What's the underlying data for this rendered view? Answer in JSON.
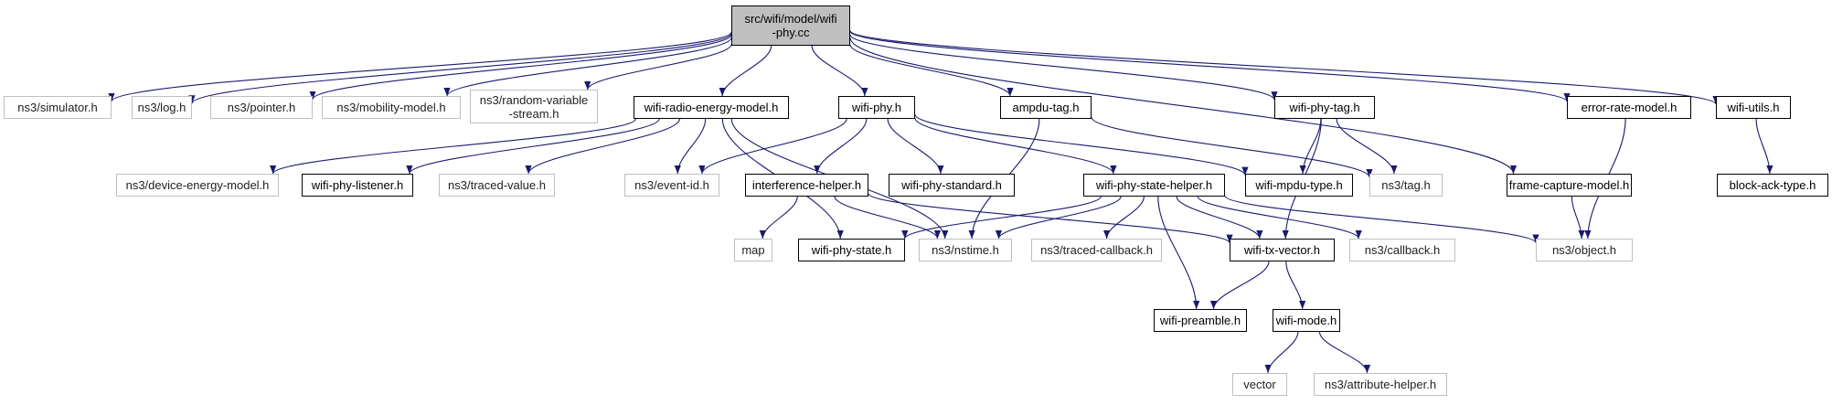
{
  "diagram": {
    "edge_color": "#191970",
    "nodes": [
      {
        "id": "root",
        "label": "src/wifi/model/wifi\n-phy.cc",
        "kind": "root"
      },
      {
        "id": "simulator",
        "label": "ns3/simulator.h",
        "kind": "ext"
      },
      {
        "id": "log",
        "label": "ns3/log.h",
        "kind": "ext"
      },
      {
        "id": "pointer",
        "label": "ns3/pointer.h",
        "kind": "ext"
      },
      {
        "id": "mobility",
        "label": "ns3/mobility-model.h",
        "kind": "ext"
      },
      {
        "id": "randvar",
        "label": "ns3/random-variable\n-stream.h",
        "kind": "ext"
      },
      {
        "id": "radioenergy",
        "label": "wifi-radio-energy-model.h",
        "kind": "proj"
      },
      {
        "id": "wifiphy",
        "label": "wifi-phy.h",
        "kind": "proj"
      },
      {
        "id": "ampdutag",
        "label": "ampdu-tag.h",
        "kind": "proj"
      },
      {
        "id": "phytag",
        "label": "wifi-phy-tag.h",
        "kind": "proj"
      },
      {
        "id": "errrate",
        "label": "error-rate-model.h",
        "kind": "proj"
      },
      {
        "id": "utils",
        "label": "wifi-utils.h",
        "kind": "proj"
      },
      {
        "id": "devenergy",
        "label": "ns3/device-energy-model.h",
        "kind": "ext"
      },
      {
        "id": "phylistener",
        "label": "wifi-phy-listener.h",
        "kind": "proj"
      },
      {
        "id": "tracedvalue",
        "label": "ns3/traced-value.h",
        "kind": "ext"
      },
      {
        "id": "eventid",
        "label": "ns3/event-id.h",
        "kind": "ext"
      },
      {
        "id": "interference",
        "label": "interference-helper.h",
        "kind": "proj"
      },
      {
        "id": "phystandard",
        "label": "wifi-phy-standard.h",
        "kind": "proj"
      },
      {
        "id": "statehelper",
        "label": "wifi-phy-state-helper.h",
        "kind": "proj"
      },
      {
        "id": "mpdutype",
        "label": "wifi-mpdu-type.h",
        "kind": "proj"
      },
      {
        "id": "tag",
        "label": "ns3/tag.h",
        "kind": "ext"
      },
      {
        "id": "framecapture",
        "label": "frame-capture-model.h",
        "kind": "proj"
      },
      {
        "id": "blockack",
        "label": "block-ack-type.h",
        "kind": "proj"
      },
      {
        "id": "map",
        "label": "map",
        "kind": "ext"
      },
      {
        "id": "phystate",
        "label": "wifi-phy-state.h",
        "kind": "proj"
      },
      {
        "id": "nstime",
        "label": "ns3/nstime.h",
        "kind": "ext"
      },
      {
        "id": "tracedcb",
        "label": "ns3/traced-callback.h",
        "kind": "ext"
      },
      {
        "id": "txvector",
        "label": "wifi-tx-vector.h",
        "kind": "proj"
      },
      {
        "id": "callback",
        "label": "ns3/callback.h",
        "kind": "ext"
      },
      {
        "id": "object",
        "label": "ns3/object.h",
        "kind": "ext"
      },
      {
        "id": "preamble",
        "label": "wifi-preamble.h",
        "kind": "proj"
      },
      {
        "id": "mode",
        "label": "wifi-mode.h",
        "kind": "proj"
      },
      {
        "id": "vector",
        "label": "vector",
        "kind": "ext"
      },
      {
        "id": "attrhelper",
        "label": "ns3/attribute-helper.h",
        "kind": "ext"
      }
    ],
    "edges": [
      [
        "root",
        "simulator"
      ],
      [
        "root",
        "log"
      ],
      [
        "root",
        "pointer"
      ],
      [
        "root",
        "mobility"
      ],
      [
        "root",
        "randvar"
      ],
      [
        "root",
        "radioenergy"
      ],
      [
        "root",
        "wifiphy"
      ],
      [
        "root",
        "ampdutag"
      ],
      [
        "root",
        "phytag"
      ],
      [
        "root",
        "errrate"
      ],
      [
        "root",
        "framecapture"
      ],
      [
        "root",
        "utils"
      ],
      [
        "radioenergy",
        "devenergy"
      ],
      [
        "radioenergy",
        "phylistener"
      ],
      [
        "radioenergy",
        "tracedvalue"
      ],
      [
        "radioenergy",
        "eventid"
      ],
      [
        "radioenergy",
        "phystate"
      ],
      [
        "radioenergy",
        "nstime"
      ],
      [
        "wifiphy",
        "eventid"
      ],
      [
        "wifiphy",
        "interference"
      ],
      [
        "wifiphy",
        "phystandard"
      ],
      [
        "wifiphy",
        "statehelper"
      ],
      [
        "wifiphy",
        "mpdutype"
      ],
      [
        "ampdutag",
        "tag"
      ],
      [
        "ampdutag",
        "nstime"
      ],
      [
        "phytag",
        "mpdutype"
      ],
      [
        "phytag",
        "tag"
      ],
      [
        "phytag",
        "txvector"
      ],
      [
        "errrate",
        "object"
      ],
      [
        "utils",
        "blockack"
      ],
      [
        "interference",
        "map"
      ],
      [
        "interference",
        "nstime"
      ],
      [
        "interference",
        "txvector"
      ],
      [
        "statehelper",
        "phystate"
      ],
      [
        "statehelper",
        "nstime"
      ],
      [
        "statehelper",
        "tracedcb"
      ],
      [
        "statehelper",
        "txvector"
      ],
      [
        "statehelper",
        "callback"
      ],
      [
        "statehelper",
        "object"
      ],
      [
        "statehelper",
        "preamble"
      ],
      [
        "framecapture",
        "object"
      ],
      [
        "txvector",
        "preamble"
      ],
      [
        "txvector",
        "mode"
      ],
      [
        "mode",
        "vector"
      ],
      [
        "mode",
        "attrhelper"
      ]
    ]
  }
}
